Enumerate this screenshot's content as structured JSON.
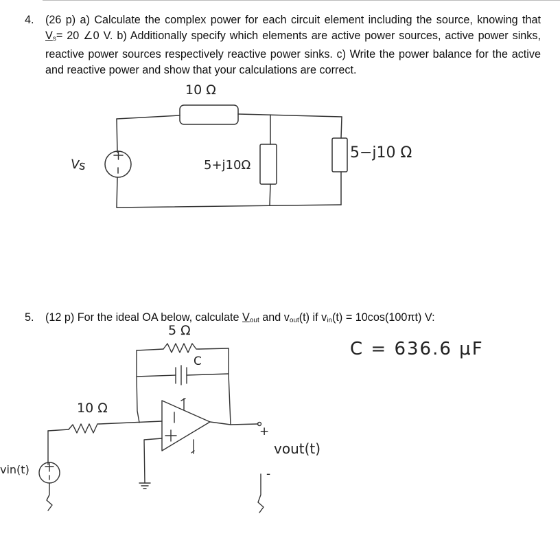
{
  "problem4": {
    "number": "4.",
    "intro": "(26 p) a) Calculate the complex power for each circuit element including the source, knowing that ",
    "vs_symbol": "V",
    "vs_sub": "s",
    "vs_value": "= 20 ∠0 V. b) Additionally specify which elements are active power sources, active power sinks, reactive power sources respectively reactive power sinks. c) Write the power balance for the active and reactive power and show that your calculations are correct.",
    "labels": {
      "r_top": "10 Ω",
      "source": "Vs",
      "z1": "5+j10Ω",
      "z2": "5−j10 Ω"
    }
  },
  "problem5": {
    "number": "5.",
    "t1": "(12 p) For the ideal OA below, calculate ",
    "vout_sym": "V",
    "vout_sub": "out",
    "t2": " and v",
    "vout_t_sub": "out",
    "t3": "(t) if v",
    "vin_sub": "in",
    "t4": "(t) = 10cos(100πt) V:",
    "labels": {
      "r_fb": "5 Ω",
      "cap": "C",
      "cap_value": "C = 636.6 μF",
      "r_in": "10 Ω",
      "vin": "vin(t)",
      "vout": "vout(t)",
      "plus": "+",
      "minus": "-"
    }
  }
}
